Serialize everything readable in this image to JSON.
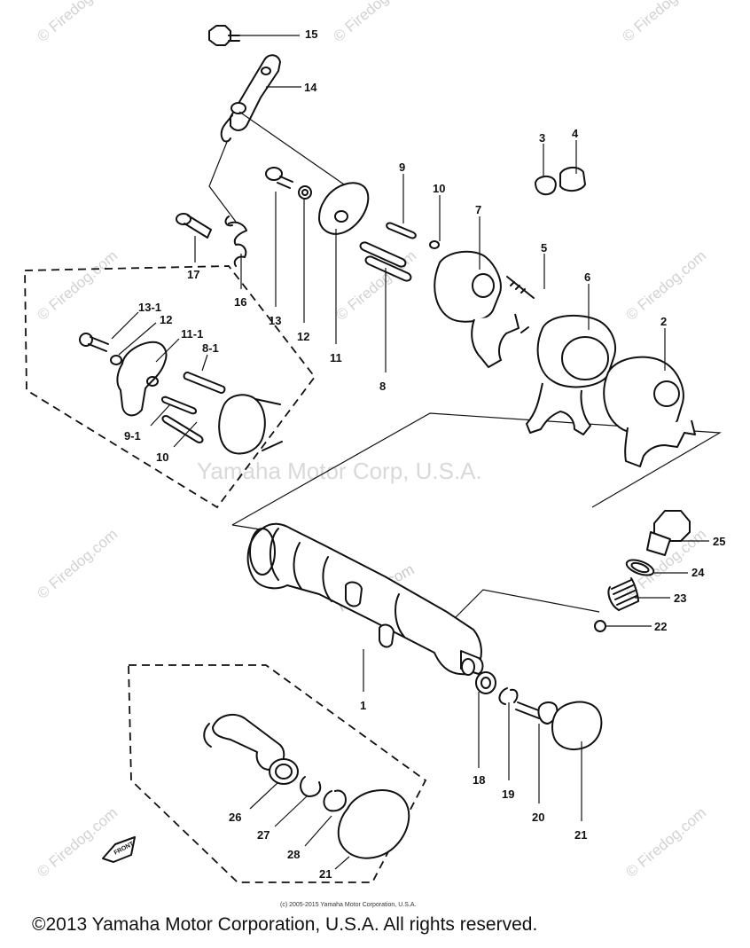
{
  "watermarks": {
    "firedog": "© Firedog.com",
    "firedog_plain": "Firedog.com",
    "yamaha": "Yamaha Motor Corp, U.S.A."
  },
  "labels": {
    "l1": "1",
    "l2": "2",
    "l3": "3",
    "l4": "4",
    "l5": "5",
    "l6": "6",
    "l7": "7",
    "l8": "8",
    "l9": "9",
    "l10": "10",
    "l11": "11",
    "l12": "12",
    "l13": "13",
    "l14": "14",
    "l15": "15",
    "l16": "16",
    "l17": "17",
    "l18": "18",
    "l19": "19",
    "l20": "20",
    "l21": "21",
    "l22": "22",
    "l23": "23",
    "l24": "24",
    "l25": "25",
    "inset_a_13": "13-1",
    "inset_a_12": "12",
    "inset_a_11": "11-1",
    "inset_a_8": "8-1",
    "inset_a_9": "9-1",
    "inset_a_10": "10",
    "inset_b_26": "26",
    "inset_b_27": "27",
    "inset_b_28": "28",
    "inset_b_21": "21",
    "front_badge": "FRONT"
  },
  "footer": {
    "small": "(c) 2005-2015 Yamaha Motor Corporation, U.S.A.",
    "copyright": "©2013 Yamaha Motor Corporation, U.S.A. All rights reserved."
  }
}
